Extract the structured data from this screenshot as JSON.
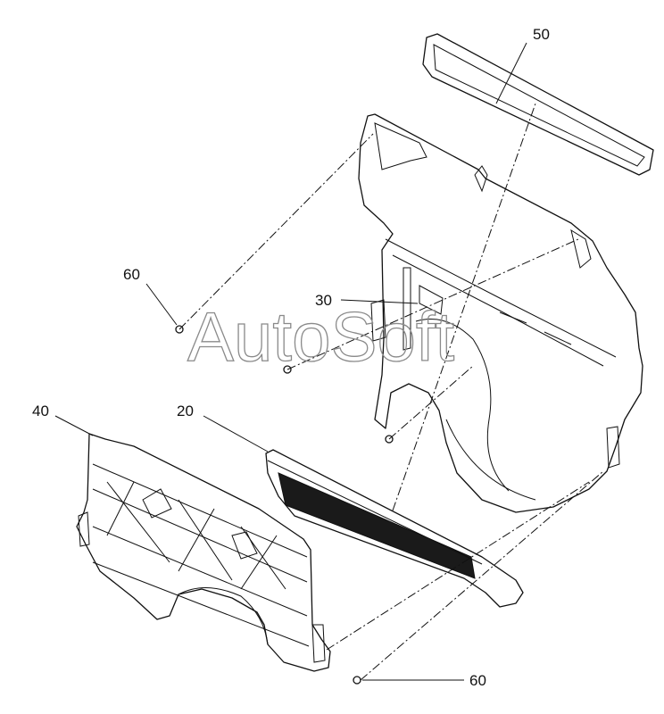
{
  "callouts": {
    "part_20": "20",
    "part_30": "30",
    "part_40": "40",
    "part_50": "50",
    "part_60_upper": "60",
    "part_60_lower": "60"
  },
  "watermark": "AutoSoft"
}
